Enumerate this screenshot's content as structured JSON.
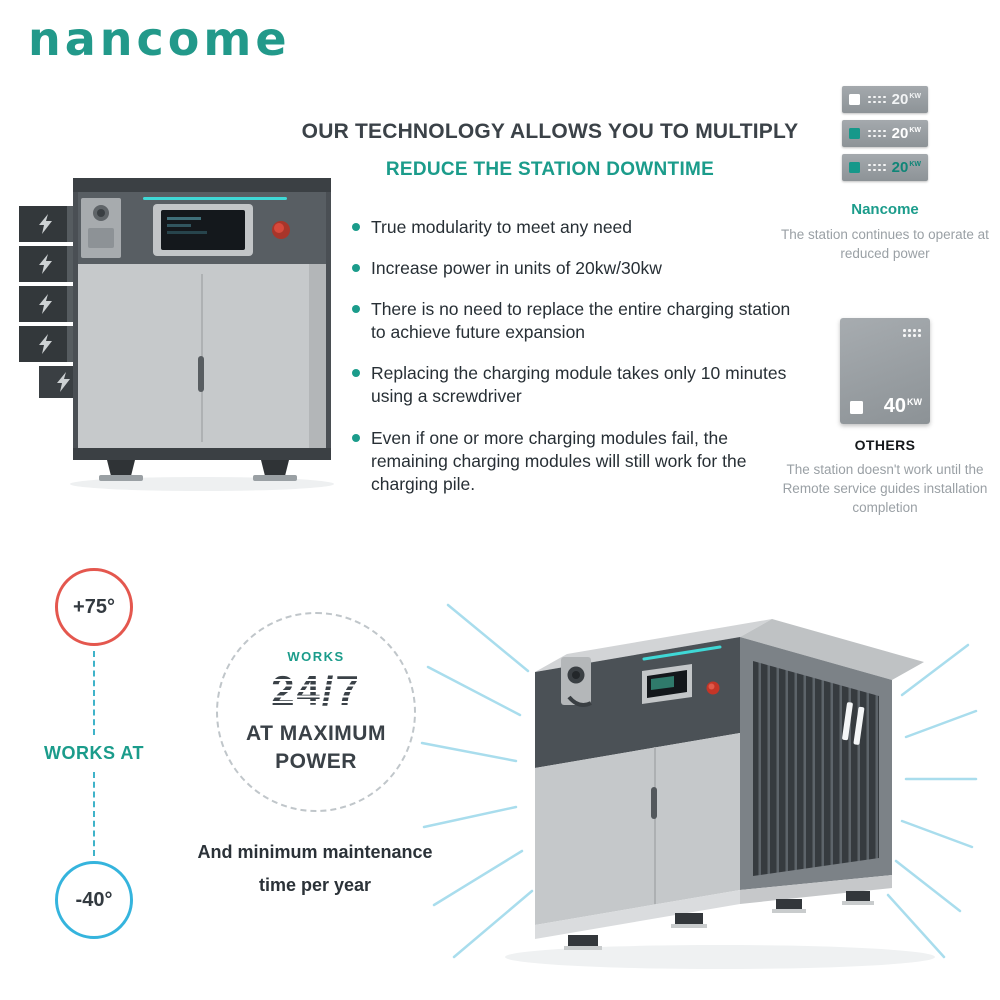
{
  "colors": {
    "brand_teal": "#1b9c8b",
    "heading_dark": "#3b4248",
    "hot_red": "#e4574e",
    "cold_blue": "#35b4dd",
    "module_gray": "#9aa0a5",
    "airflow_blue": "#a9dded",
    "status_light_teal": "#3fd8d6"
  },
  "logo": {
    "text": "nancome"
  },
  "header": {
    "title": "OUR TECHNOLOGY ALLOWS YOU TO MULTIPLY",
    "subtitle": "REDUCE THE STATION DOWNTIME"
  },
  "bullets": [
    "True modularity to meet any need",
    "Increase power in units of 20kw/30kw",
    "There is no need to replace the entire charging station to achieve future expansion",
    "Replacing the charging module takes only 10 minutes using a screwdriver",
    "Even if one or more charging modules fail, the remaining charging modules will still work for the charging pile."
  ],
  "comparison": {
    "nancome": {
      "modules": [
        {
          "power": "20",
          "unit": "KW",
          "indicator": "#ffffff",
          "power_color": "#f2f4f5"
        },
        {
          "power": "20",
          "unit": "KW",
          "indicator": "#16988a",
          "power_color": "#ffffff"
        },
        {
          "power": "20",
          "unit": "KW",
          "indicator": "#16988a",
          "power_color": "#0f8577"
        }
      ],
      "label": "Nancome",
      "description": "The station continues to operate at reduced power"
    },
    "others": {
      "module": {
        "power": "40",
        "unit": "KW",
        "indicator": "#ffffff",
        "power_color": "#ffffff"
      },
      "label": "OTHERS",
      "description": "The station doesn't work until the Remote service guides installation completion"
    }
  },
  "operating_range": {
    "max_temp": "+75°",
    "label": "WORKS AT",
    "min_temp": "-40°"
  },
  "uptime_badge": {
    "works": "WORKS",
    "schedule": "24/7",
    "line1": "AT MAXIMUM",
    "line2": "POWER"
  },
  "maintenance_note": {
    "line1": "And minimum maintenance",
    "line2": "time per year"
  }
}
